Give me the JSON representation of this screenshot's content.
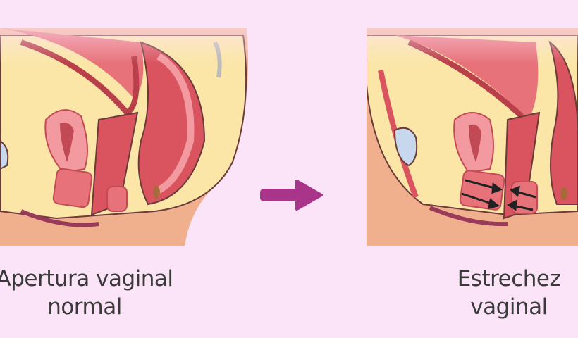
{
  "labels": {
    "left_line1": "Apertura vaginal",
    "left_line2": "normal",
    "right_line1": "Estrechez",
    "right_line2": "vaginal"
  },
  "icons": {
    "transition": "arrow-right-icon",
    "constriction": "inward-arrows-icon"
  },
  "colors": {
    "background": "#fce4f8",
    "skin": "#f0b08e",
    "fat": "#fbe6a8",
    "muscle": "#d9545e",
    "mucosa": "#f29aa0",
    "arrow": "#a8358a"
  }
}
